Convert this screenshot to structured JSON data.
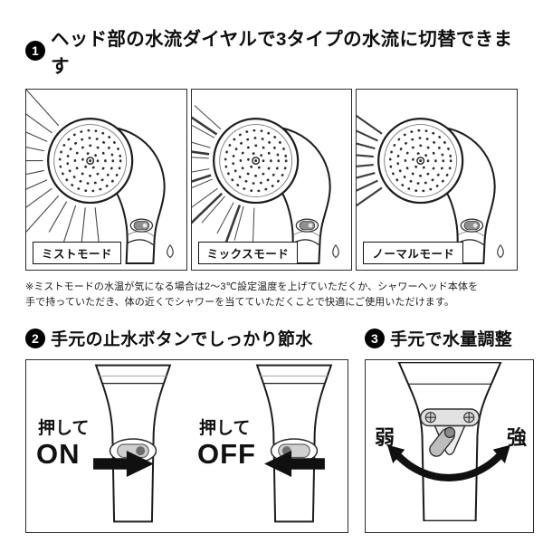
{
  "section1": {
    "badge": "1",
    "title": "ヘッド部の水流ダイヤルで3タイプの水流に切替できます",
    "modes": [
      {
        "label": "ミストモード"
      },
      {
        "label": "ミックスモード"
      },
      {
        "label": "ノーマルモード"
      }
    ],
    "note_line1": "※ミストモードの水温が気になる場合は2～3℃設定温度を上げていただくか、シャワーヘッド本体を",
    "note_line2": "手で持っていただき、体の近くでシャワーを当てていただくことで快適にご使用いただけます。"
  },
  "section2": {
    "badge": "2",
    "title": "手元の止水ボタンでしっかり節水",
    "on_press": "押して",
    "on_state": "ON",
    "off_press": "押して",
    "off_state": "OFF"
  },
  "section3": {
    "badge": "3",
    "title": "手元で水量調整",
    "weak": "弱",
    "strong": "強"
  },
  "colors": {
    "ink": "#111111",
    "spray": "#444444"
  }
}
